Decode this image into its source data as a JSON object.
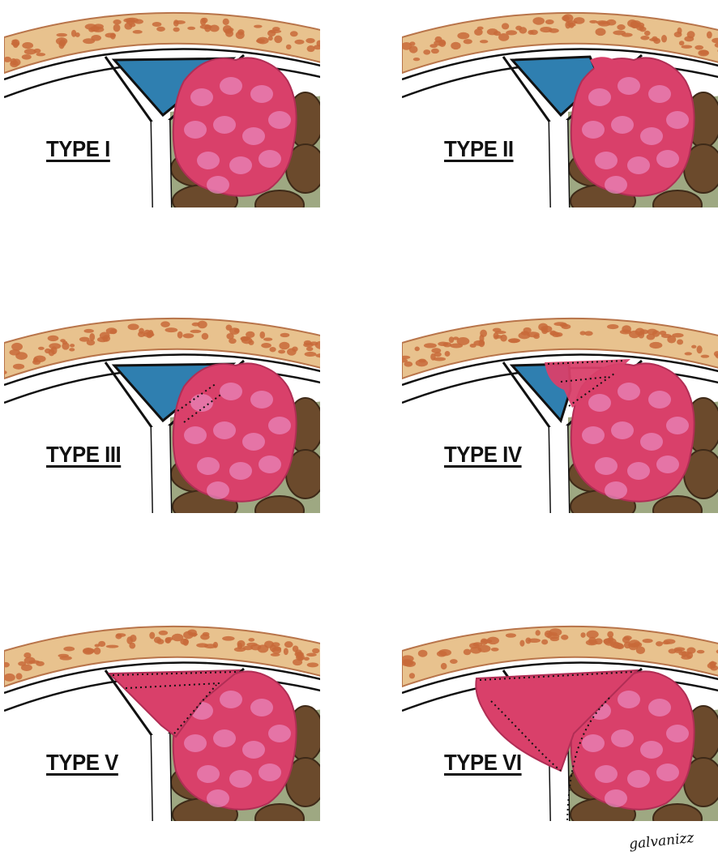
{
  "colors": {
    "skull_band": "#e8c28e",
    "skull_spots": "#c86a3a",
    "skull_edge": "#b8744a",
    "sinus": "#2f7fb0",
    "tumor": "#d9406a",
    "tumor_spot": "#e98ac0",
    "brain_dark": "#6b4a2c",
    "brain_light": "#9ea882"
  },
  "panels": [
    {
      "id": "type-1",
      "label": "TYPE I",
      "stage": 1
    },
    {
      "id": "type-2",
      "label": "TYPE II",
      "stage": 2
    },
    {
      "id": "type-3",
      "label": "TYPE III",
      "stage": 3
    },
    {
      "id": "type-4",
      "label": "TYPE IV",
      "stage": 4
    },
    {
      "id": "type-5",
      "label": "TYPE V",
      "stage": 5
    },
    {
      "id": "type-6",
      "label": "TYPE VI",
      "stage": 6
    }
  ],
  "signature": "galvanizz"
}
